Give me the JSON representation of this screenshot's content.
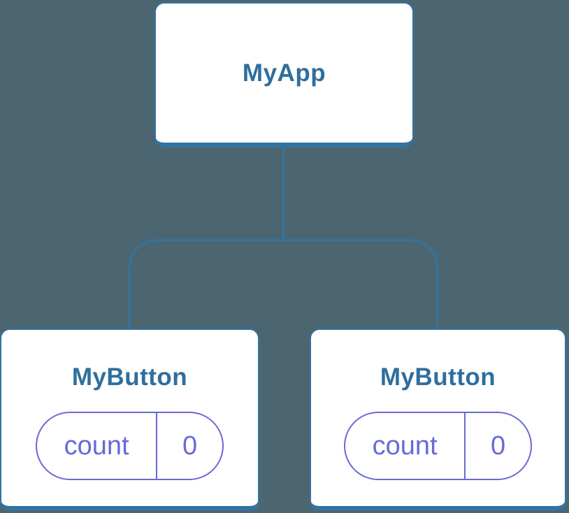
{
  "colors": {
    "background": "#4C6671",
    "node_fill": "#FFFFFF",
    "node_border": "#3373A1",
    "node_label_text": "#2F6E9D",
    "connector_line": "#3373A1",
    "state_accent": "#6969D7"
  },
  "tree": {
    "root": {
      "label": "MyApp"
    },
    "children": [
      {
        "label": "MyButton",
        "state": {
          "name": "count",
          "value": "0"
        }
      },
      {
        "label": "MyButton",
        "state": {
          "name": "count",
          "value": "0"
        }
      }
    ]
  }
}
